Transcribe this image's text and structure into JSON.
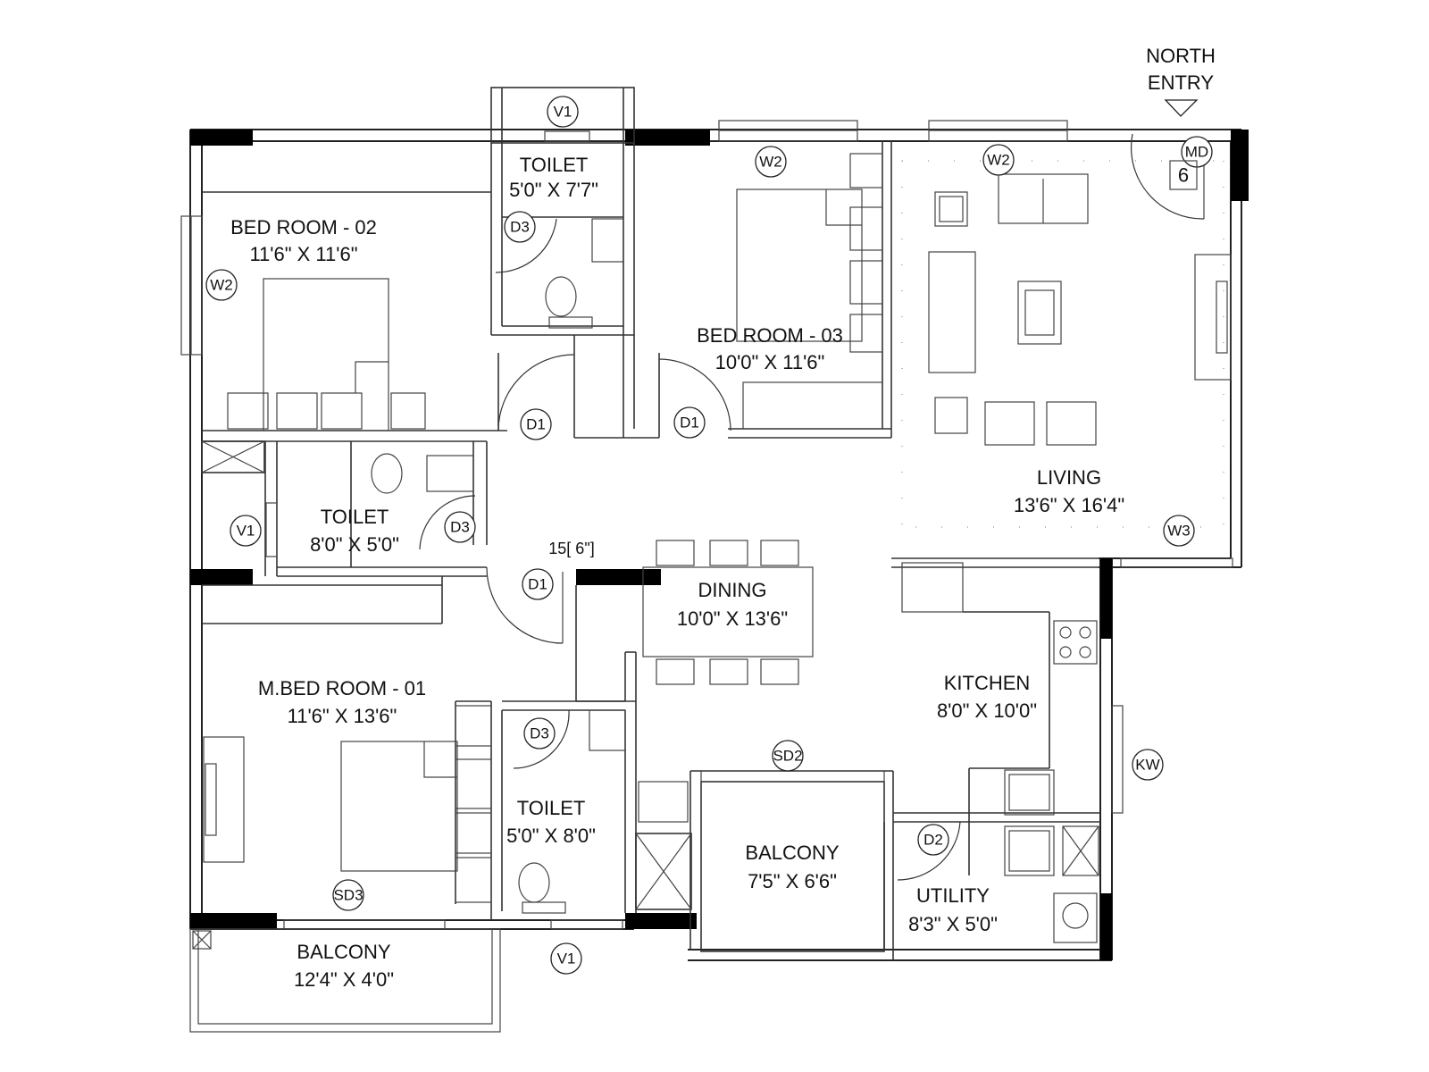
{
  "entry": {
    "line1": "NORTH",
    "line2": "ENTRY",
    "main_door_tag": "MD",
    "main_door_number": "6"
  },
  "rooms": {
    "bedroom02": {
      "name": "BED ROOM - 02",
      "size": "11'6\"  X 11'6\""
    },
    "toilet_top": {
      "name": "TOILET",
      "size": "5'0\"  X 7'7\""
    },
    "bedroom03": {
      "name": "BED ROOM - 03",
      "size": "10'0\"  X 11'6\""
    },
    "living": {
      "name": "LIVING",
      "size": "13'6\"  X 16'4\""
    },
    "toilet_mid": {
      "name": "TOILET",
      "size": "8'0\"  X 5'0\""
    },
    "dining": {
      "name": "DINING",
      "size": "10'0\"  X 13'6\""
    },
    "kitchen": {
      "name": "KITCHEN",
      "size": "8'0\"  X 10'0\""
    },
    "mbedroom01": {
      "name": "M.BED ROOM - 01",
      "size": "11'6\"  X 13'6\""
    },
    "toilet_bottom": {
      "name": "TOILET",
      "size": "5'0\"  X 8'0\""
    },
    "balcony_center": {
      "name": "BALCONY",
      "size": "7'5\"  X 6'6\""
    },
    "utility": {
      "name": "UTILITY",
      "size": "8'3\"  X 5'0\""
    },
    "balcony_bottom": {
      "name": "BALCONY",
      "size": "12'4\"  X 4'0\""
    }
  },
  "stair_note": "15[  6\"]",
  "tags": {
    "v1": "V1",
    "v1_mid": "V1",
    "v1_bottom": "V1",
    "w2_bed02": "W2",
    "w2_bed03": "W2",
    "w2_living": "W2",
    "w3": "W3",
    "d1_a": "D1",
    "d1_b": "D1",
    "d1_c": "D1",
    "d2": "D2",
    "d3_top": "D3",
    "d3_mid": "D3",
    "d3_bottom": "D3",
    "sd2": "SD2",
    "sd3": "SD3",
    "kw": "KW"
  }
}
